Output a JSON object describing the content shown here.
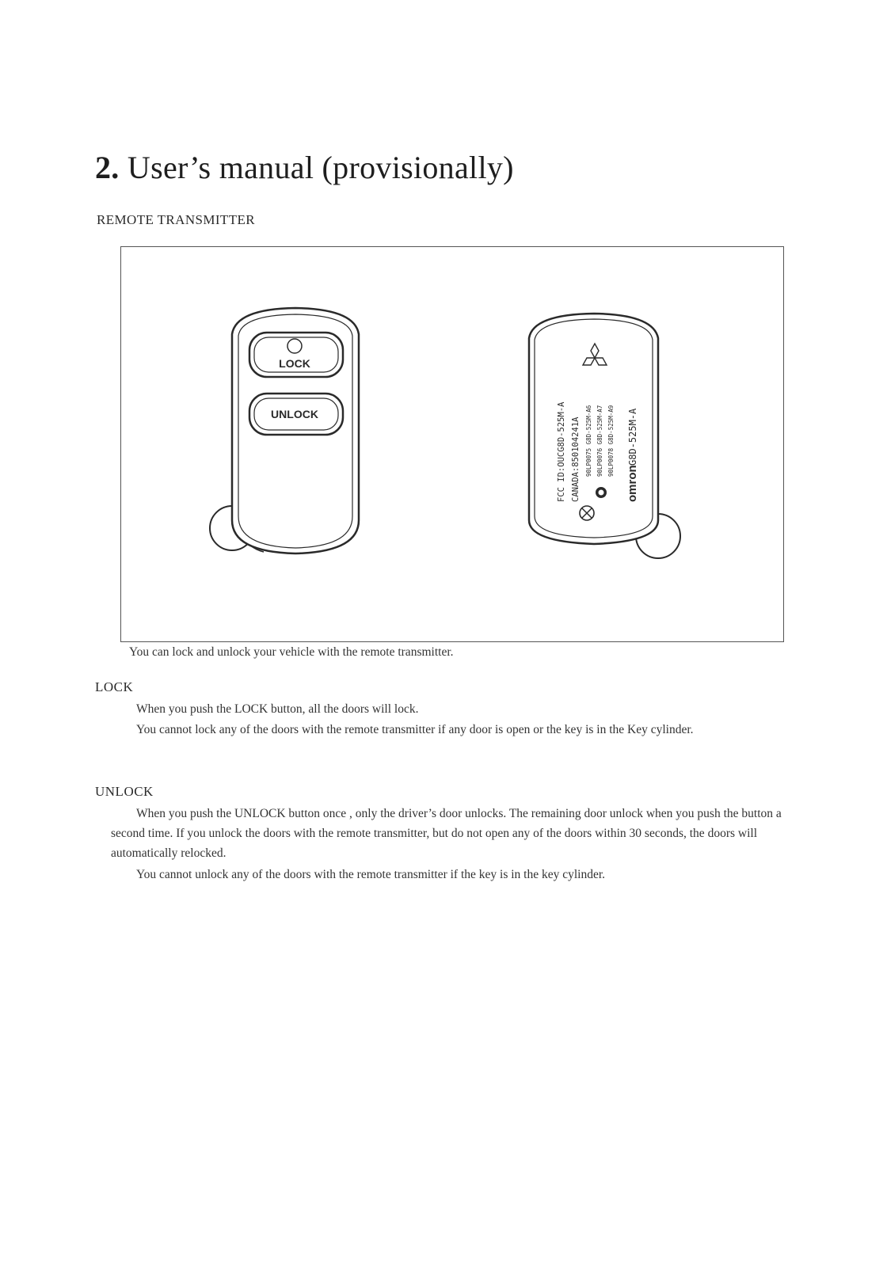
{
  "page": {
    "title_number": "2.",
    "title_text": "User’s manual (provisionally)",
    "section": "REMOTE TRANSMITTER",
    "caption": "You can lock and unlock your vehicle with the remote transmitter."
  },
  "figure": {
    "lock_label": "LOCK",
    "unlock_label": "UNLOCK",
    "back_lines": [
      "FCC ID:OUCG8D-525M-A",
      "CANADA:850104241A",
      "90LP0075 G8D-525M-A6",
      "90LP0076 G8D-525M-A7",
      "90LP0078 G8D-525M-A9"
    ],
    "brand": "omron",
    "model": "G8D-525M-A"
  },
  "lock_section": {
    "heading": "LOCK",
    "p1": "When you push the LOCK button, all the doors will lock.",
    "p2": "You cannot lock any of the doors with the remote transmitter if any door is open or the key is in the Key cylinder."
  },
  "unlock_section": {
    "heading": "UNLOCK",
    "p1": "When you push the UNLOCK button once , only the driver’s door unlocks. The remaining door unlock when you push the button a second time. If you unlock the doors with the remote transmitter, but do not open any of the doors within 30 seconds, the doors will automatically relocked.",
    "p2": "You cannot unlock any of the doors with the remote transmitter if the key is in the key cylinder."
  }
}
